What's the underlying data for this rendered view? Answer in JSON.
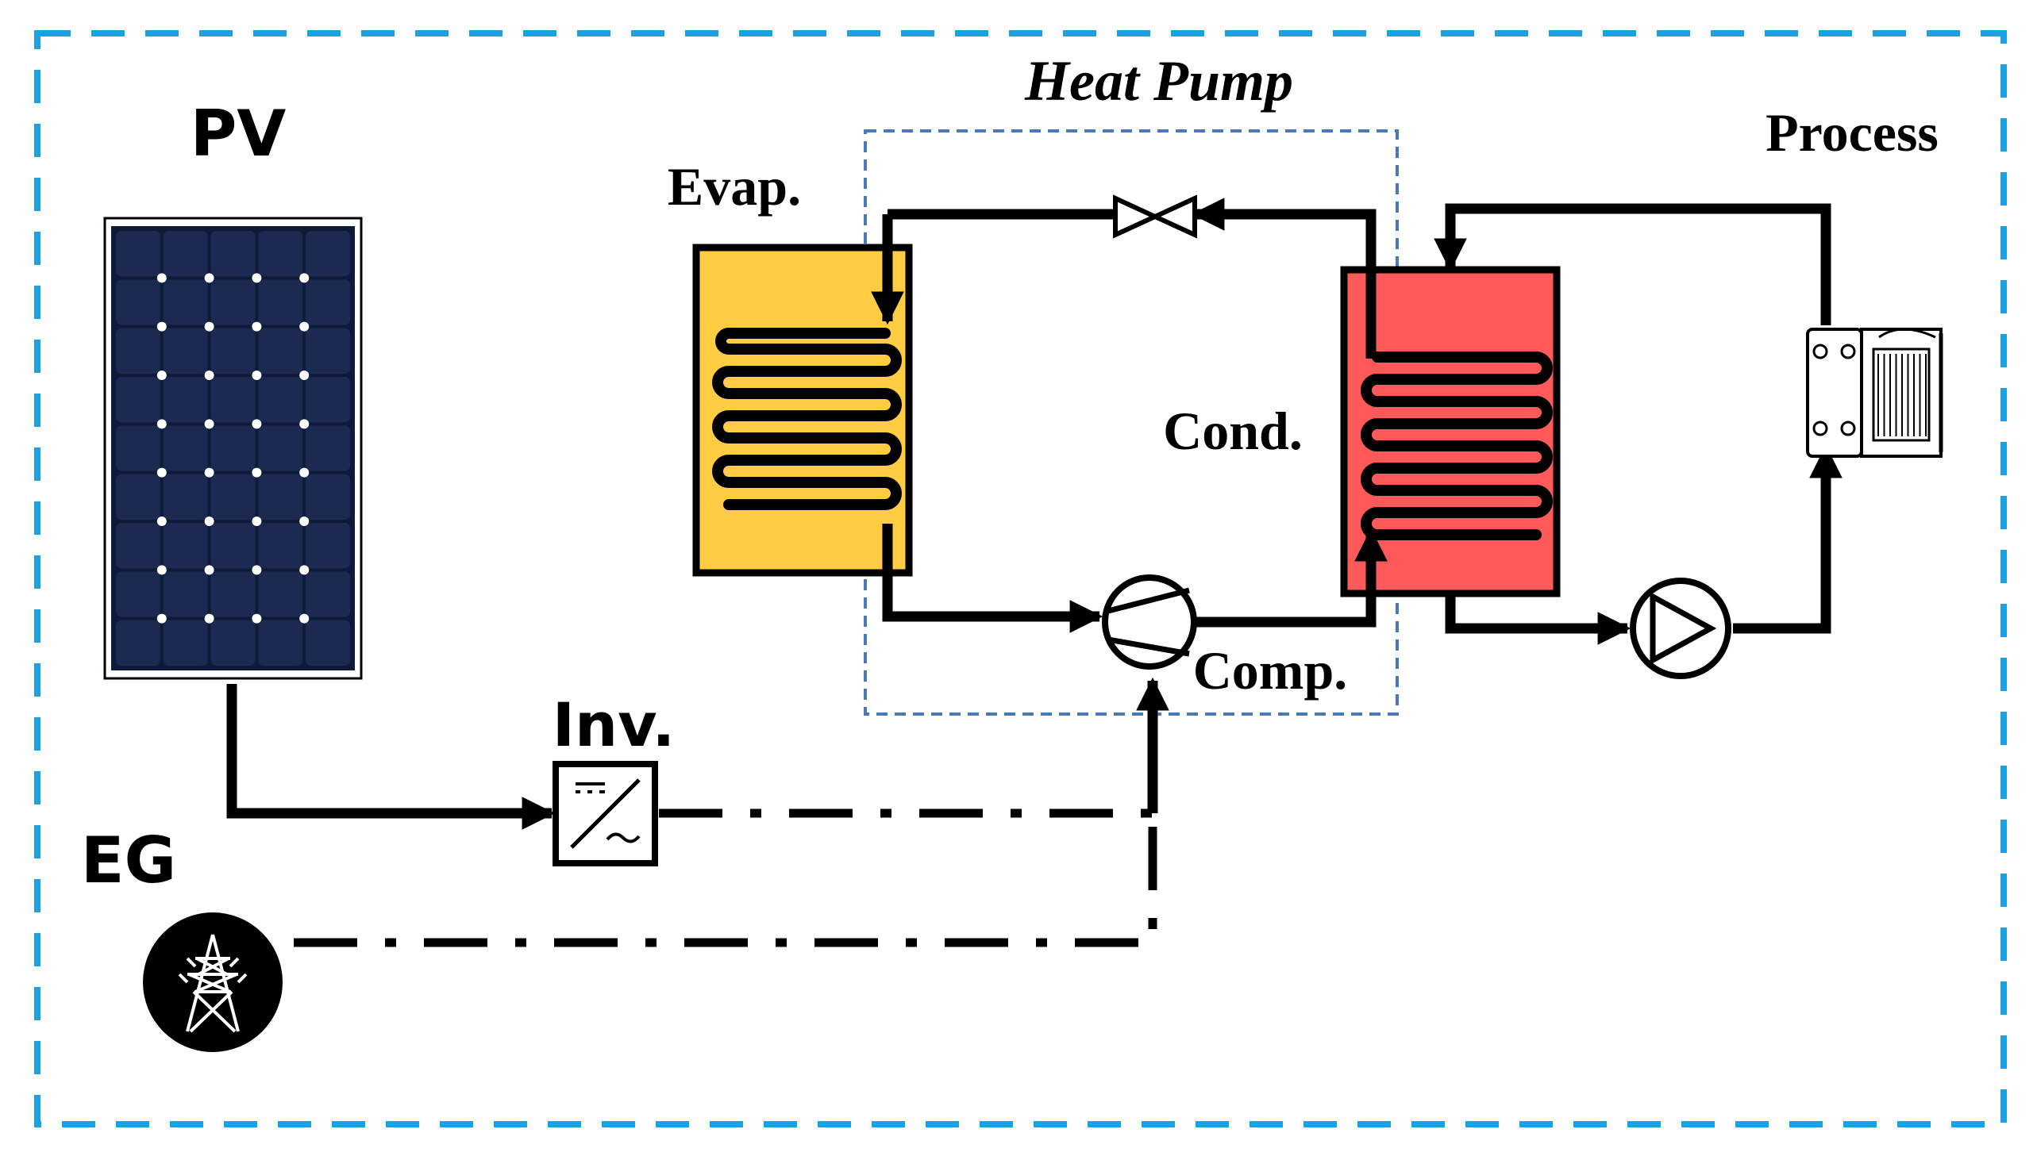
{
  "labels": {
    "pv": "PV",
    "heat_pump": "Heat Pump",
    "evaporator": "Evap.",
    "condenser": "Cond.",
    "compressor": "Comp.",
    "process": "Process",
    "inverter": "Inv.",
    "electric_grid": "EG"
  },
  "colors": {
    "system_border": "#1ba1e2",
    "heat_pump_border": "#4a7ab5",
    "evaporator_fill": "#ffcc44",
    "condenser_fill": "#ff5a5a",
    "pv_cell": "#1c2a52",
    "line": "#000000"
  },
  "icons": {
    "expansion_valve": "expansion-valve-icon",
    "compressor": "compressor-icon",
    "pump": "pump-icon",
    "inverter": "dc-ac-inverter-icon",
    "grid": "transmission-tower-icon",
    "process_heat_exchanger": "plate-heat-exchanger-icon",
    "pv_panel": "solar-panel-icon"
  }
}
